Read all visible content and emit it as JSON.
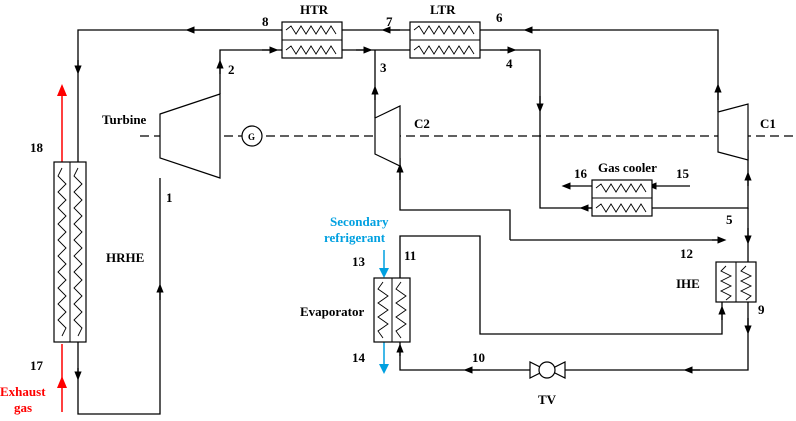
{
  "components": {
    "htr": "HTR",
    "ltr": "LTR",
    "turbine": "Turbine",
    "c1": "C1",
    "c2": "C2",
    "generator": "G",
    "gas_cooler": "Gas cooler",
    "hrhe": "HRHE",
    "ihe": "IHE",
    "evaporator": "Evaporator",
    "tv": "TV"
  },
  "streams": {
    "secondary_line1": "Secondary",
    "secondary_line2": "refrigerant",
    "exhaust_line1": "Exhaust",
    "exhaust_line2": "gas"
  },
  "states": [
    "1",
    "2",
    "3",
    "4",
    "5",
    "6",
    "7",
    "8",
    "9",
    "10",
    "11",
    "12",
    "13",
    "14",
    "15",
    "16",
    "17",
    "18"
  ],
  "colors": {
    "exhaust": "#ff0000",
    "secondary": "#00a0e0",
    "line": "#000000"
  }
}
